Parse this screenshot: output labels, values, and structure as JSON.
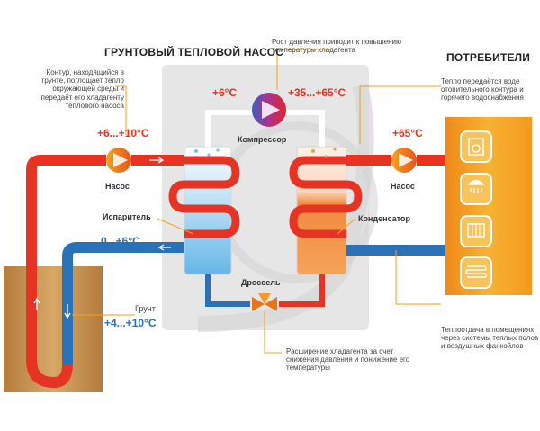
{
  "titles": {
    "pump": "ГРУНТОВЫЙ ТЕПЛОВОЙ НАСОС",
    "consumers": "ПОТРЕБИТЕЛИ"
  },
  "notes": {
    "ground_contour": "Контур, находящийся в грунте, поглощает тепло окружающей среды и передаёт его хладагенту теплового насоса",
    "pressure": "Рост давления приводит к повышению температуры хладагента",
    "heat_transfer": "Тепло передаётся воде отопительного контура и горячего водоснабжения",
    "expansion": "Расширение хладагента за счет снижения давления и понижение его температуры",
    "heat_output": "Теплоотдача в помещениях через системы теплых полов и воздушных фанкойлов"
  },
  "temps": {
    "ground_in": "+6...+10°С",
    "evap_out": "0...+6°С",
    "ground": "+4...+10°С",
    "comp_in": "+6°С",
    "comp_out": "+35...+65°С",
    "cons_out": "+65°С"
  },
  "labels": {
    "pump_left": "Насос",
    "pump_right": "Насос",
    "compressor": "Компрессор",
    "evaporator": "Испаритель",
    "condenser": "Конденсатор",
    "throttle": "Дроссель",
    "ground": "Грунт"
  },
  "colors": {
    "hot": "#e53424",
    "cold": "#2a72b8",
    "panel": "#f3a21d",
    "ground": "#c89a5a"
  },
  "icons": [
    "washing-machine-icon",
    "shower-icon",
    "radiator-icon",
    "floor-heating-icon"
  ]
}
